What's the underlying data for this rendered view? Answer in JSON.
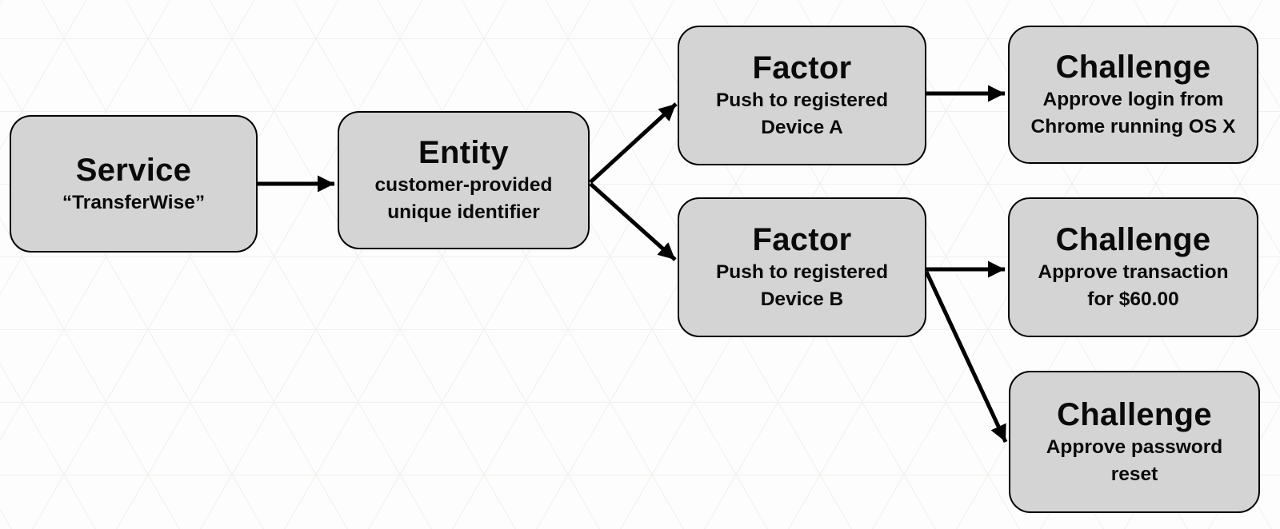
{
  "diagram": {
    "nodes": {
      "service": {
        "title": "Service",
        "subtitle": "“TransferWise”"
      },
      "entity": {
        "title": "Entity",
        "subtitle": "customer-provided\nunique identifier"
      },
      "factor_a": {
        "title": "Factor",
        "subtitle": "Push to registered\nDevice A"
      },
      "factor_b": {
        "title": "Factor",
        "subtitle": "Push to registered\nDevice B"
      },
      "challenge_login": {
        "title": "Challenge",
        "subtitle": "Approve login from\nChrome running OS X"
      },
      "challenge_transaction": {
        "title": "Challenge",
        "subtitle": "Approve transaction\nfor $60.00"
      },
      "challenge_password": {
        "title": "Challenge",
        "subtitle": "Approve password\nreset"
      }
    },
    "edges": [
      {
        "from": "service",
        "to": "entity"
      },
      {
        "from": "entity",
        "to": "factor_a"
      },
      {
        "from": "entity",
        "to": "factor_b"
      },
      {
        "from": "factor_a",
        "to": "challenge_login"
      },
      {
        "from": "factor_b",
        "to": "challenge_transaction"
      },
      {
        "from": "factor_b",
        "to": "challenge_password"
      }
    ],
    "colors": {
      "background": "#fdfdfd",
      "pattern_line": "#efefed",
      "node_fill": "#d4d4d4",
      "node_border": "#000000",
      "arrow": "#000000",
      "text": "#0a0a0a"
    }
  }
}
